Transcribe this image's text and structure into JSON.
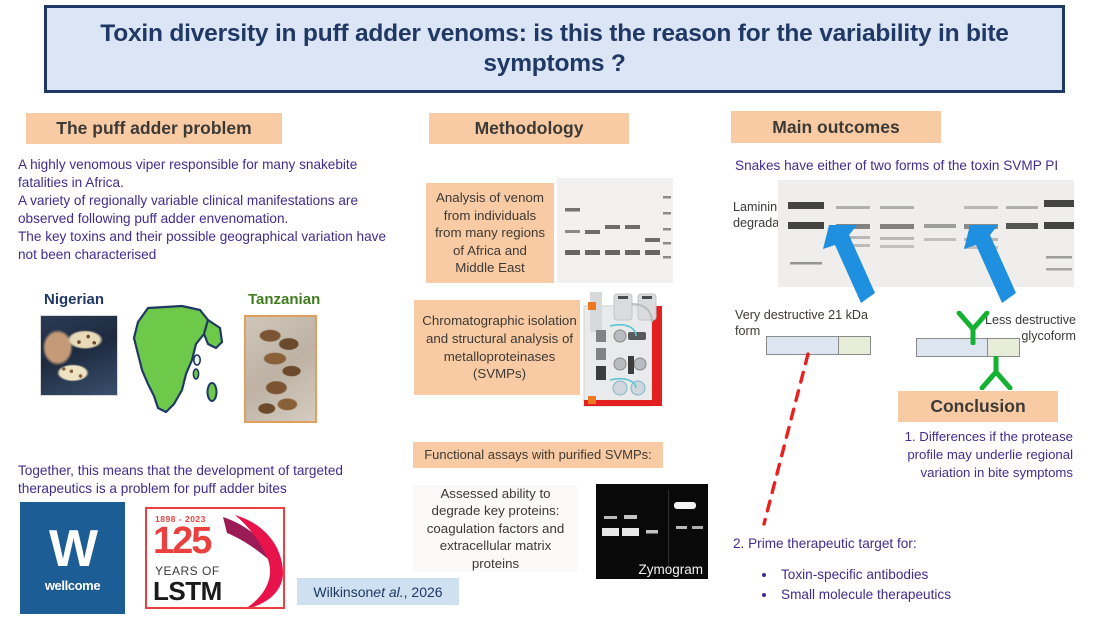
{
  "title": {
    "text": "Toxin diversity in puff adder venoms: is this the reason for the variability in bite symptoms ?"
  },
  "sections": {
    "problem_header": "The puff adder problem",
    "methodology_header": "Methodology",
    "outcomes_header": "Main outcomes",
    "conclusion_header": "Conclusion"
  },
  "problem": {
    "body": "A highly venomous viper responsible for many snakebite fatalities in Africa.\nA variety of regionally variable clinical manifestations are observed following puff adder envenomation.\nThe key toxins and their possible geographical variation have not been characterised",
    "nigerian_label": "Nigerian",
    "tanzanian_label": "Tanzanian",
    "together": "Together, this means that the development of targeted therapeutics is a problem for puff adder bites"
  },
  "logos": {
    "wellcome_mark": "W",
    "wellcome_word": "wellcome",
    "lstm_years_range": "1898 - 2023",
    "lstm_number": "125",
    "lstm_years_of": "YEARS OF",
    "lstm_name": "LSTM"
  },
  "citation": {
    "author": "Wilkinson ",
    "etal": "et al.",
    "year": ", 2026"
  },
  "methodology": {
    "box1": "Analysis of venom from individuals from many regions of Africa and Middle East",
    "box2": "Chromatographic isolation and structural analysis of metalloproteinases (SVMPs)",
    "box3": "Functional assays with purified SVMPs:",
    "box4": "Assessed ability to degrade key proteins: coagulation factors and extracellular matrix proteins",
    "zymogram_label": "Zymogram"
  },
  "outcomes": {
    "lead": "Snakes have either of two forms of the toxin SVMP PI",
    "gel_label": "Laminin degradation",
    "left_form_caption": "Very destructive 21 kDa form",
    "right_form_caption": "Less destructive glycoform"
  },
  "conclusion": {
    "point1": "1. Differences if the protease profile may underlie regional variation in bite symptoms",
    "point2": "2. Prime therapeutic target for:",
    "bullets": [
      "Toxin-specific antibodies",
      "Small molecule therapeutics"
    ]
  },
  "colors": {
    "title_banner_bg": "#dbe5f5",
    "title_banner_border": "#1f3864",
    "title_text": "#1f3864",
    "section_pill_bg": "#f8cba4",
    "body_text": "#3d2e8f",
    "nigerian_label": "#1f3864",
    "tanzanian_label": "#3f7d20",
    "africa_fill": "#6ec94a",
    "africa_stroke": "#1f3864",
    "arrow_blue": "#1f8fe0",
    "glycan_green": "#15b132",
    "dashed_red": "#e8201f",
    "wellcome_blue": "#1d5d95",
    "lstm_red": "#e8413f",
    "citation_bg": "#cfe0f1"
  }
}
